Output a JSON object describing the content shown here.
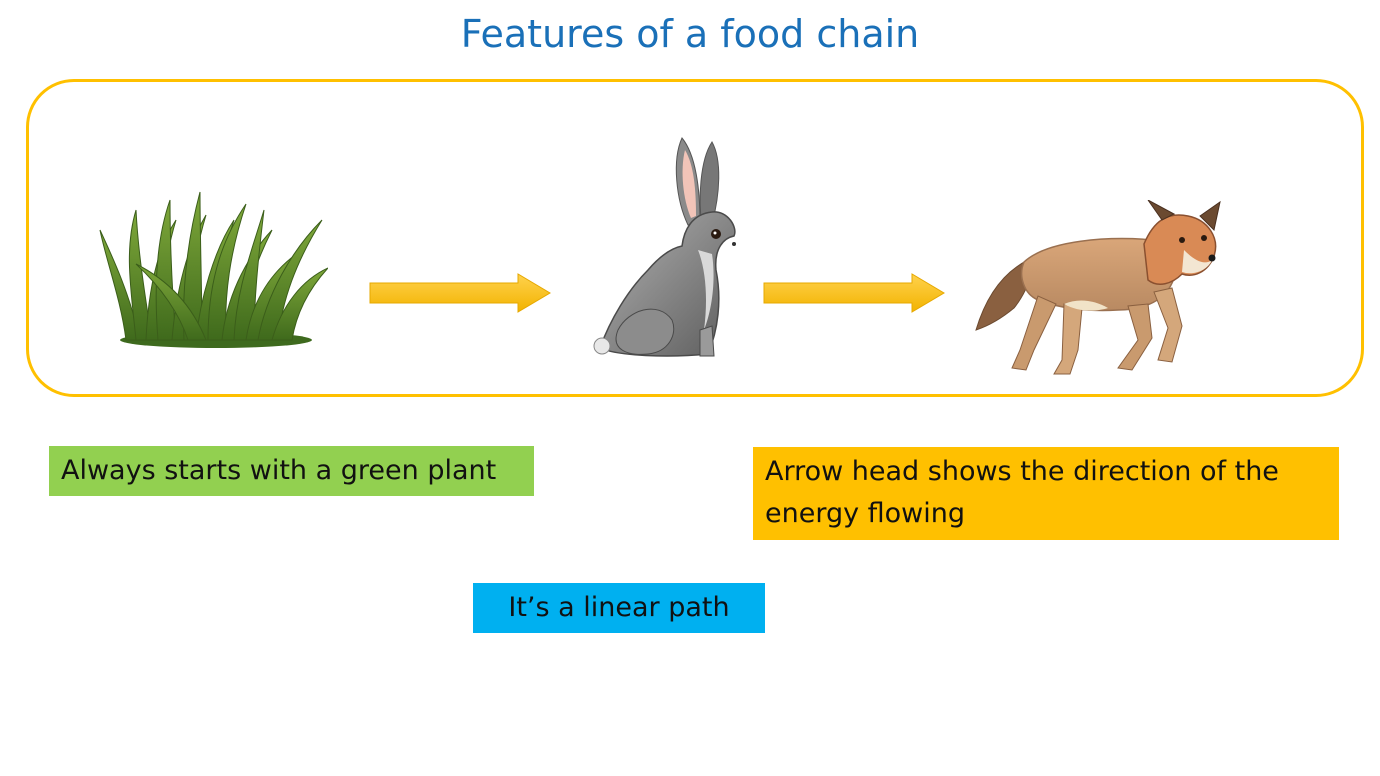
{
  "title": "Features of a food chain",
  "colors": {
    "title": "#1a70b8",
    "frame": "#ffc000",
    "arrow": "#ffc000",
    "note_green": "#92d050",
    "note_orange": "#ffc000",
    "note_blue": "#00b0f0"
  },
  "chain": [
    {
      "icon": "grass-icon"
    },
    {
      "icon": "hare-icon"
    },
    {
      "icon": "fox-icon"
    }
  ],
  "notes": {
    "green": "Always starts with a green plant",
    "orange": "Arrow head shows the direction of the energy flowing",
    "blue": "It’s a linear path"
  }
}
